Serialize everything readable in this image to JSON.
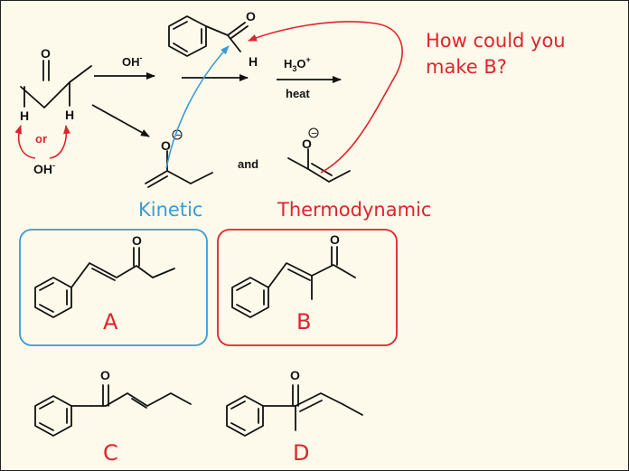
{
  "labels": {
    "O": "O",
    "H": "H",
    "or": "or",
    "hydroxide": "OH",
    "minus": "-",
    "hydronium": "H",
    "hydronium_sub": "3",
    "hydronium_o": "O",
    "plus": "+",
    "heat": "heat",
    "and": "and",
    "charge": "−",
    "kinetic": "Kinetic",
    "thermodynamic": "Thermodynamic",
    "question_line1": "How could you",
    "question_line2": "make B?",
    "product_a": "A",
    "product_b": "B",
    "product_c": "C",
    "product_d": "D"
  },
  "colors": {
    "background": "#fdfaec",
    "kinetic": "#3a9bd8",
    "thermodynamic": "#e0242a",
    "ink": "#111111"
  }
}
